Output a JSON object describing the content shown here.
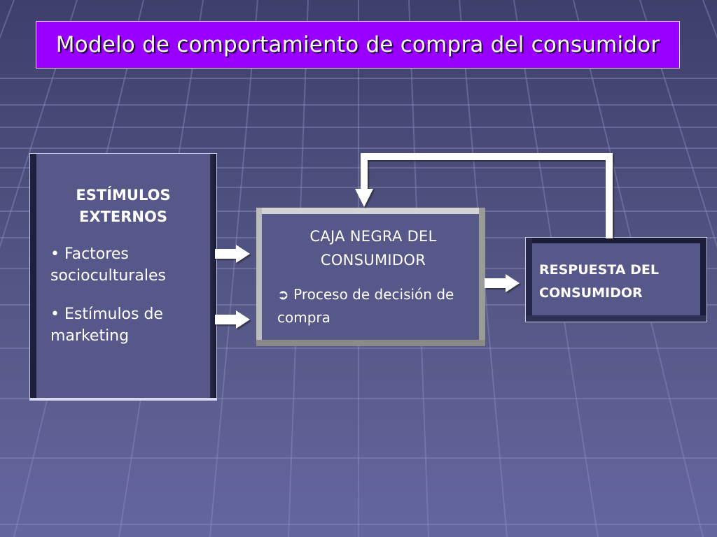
{
  "slide": {
    "title": "Modelo de comportamiento de compra del consumidor"
  },
  "stimuli_box": {
    "heading": "ESTÍMULOS EXTERNOS",
    "items": [
      "• Factores socioculturales",
      "• Estímulos de marketing"
    ]
  },
  "black_box": {
    "heading": "CAJA NEGRA DEL CONSUMIDOR",
    "item_bullet": "➲",
    "item_text": " Proceso de decisión de compra"
  },
  "response_box": {
    "text": "RESPUESTA DEL CONSUMIDOR"
  },
  "colors": {
    "title_bg": "#9900ff",
    "panel_fill": "#56588a",
    "arrow": "#ffffff"
  }
}
